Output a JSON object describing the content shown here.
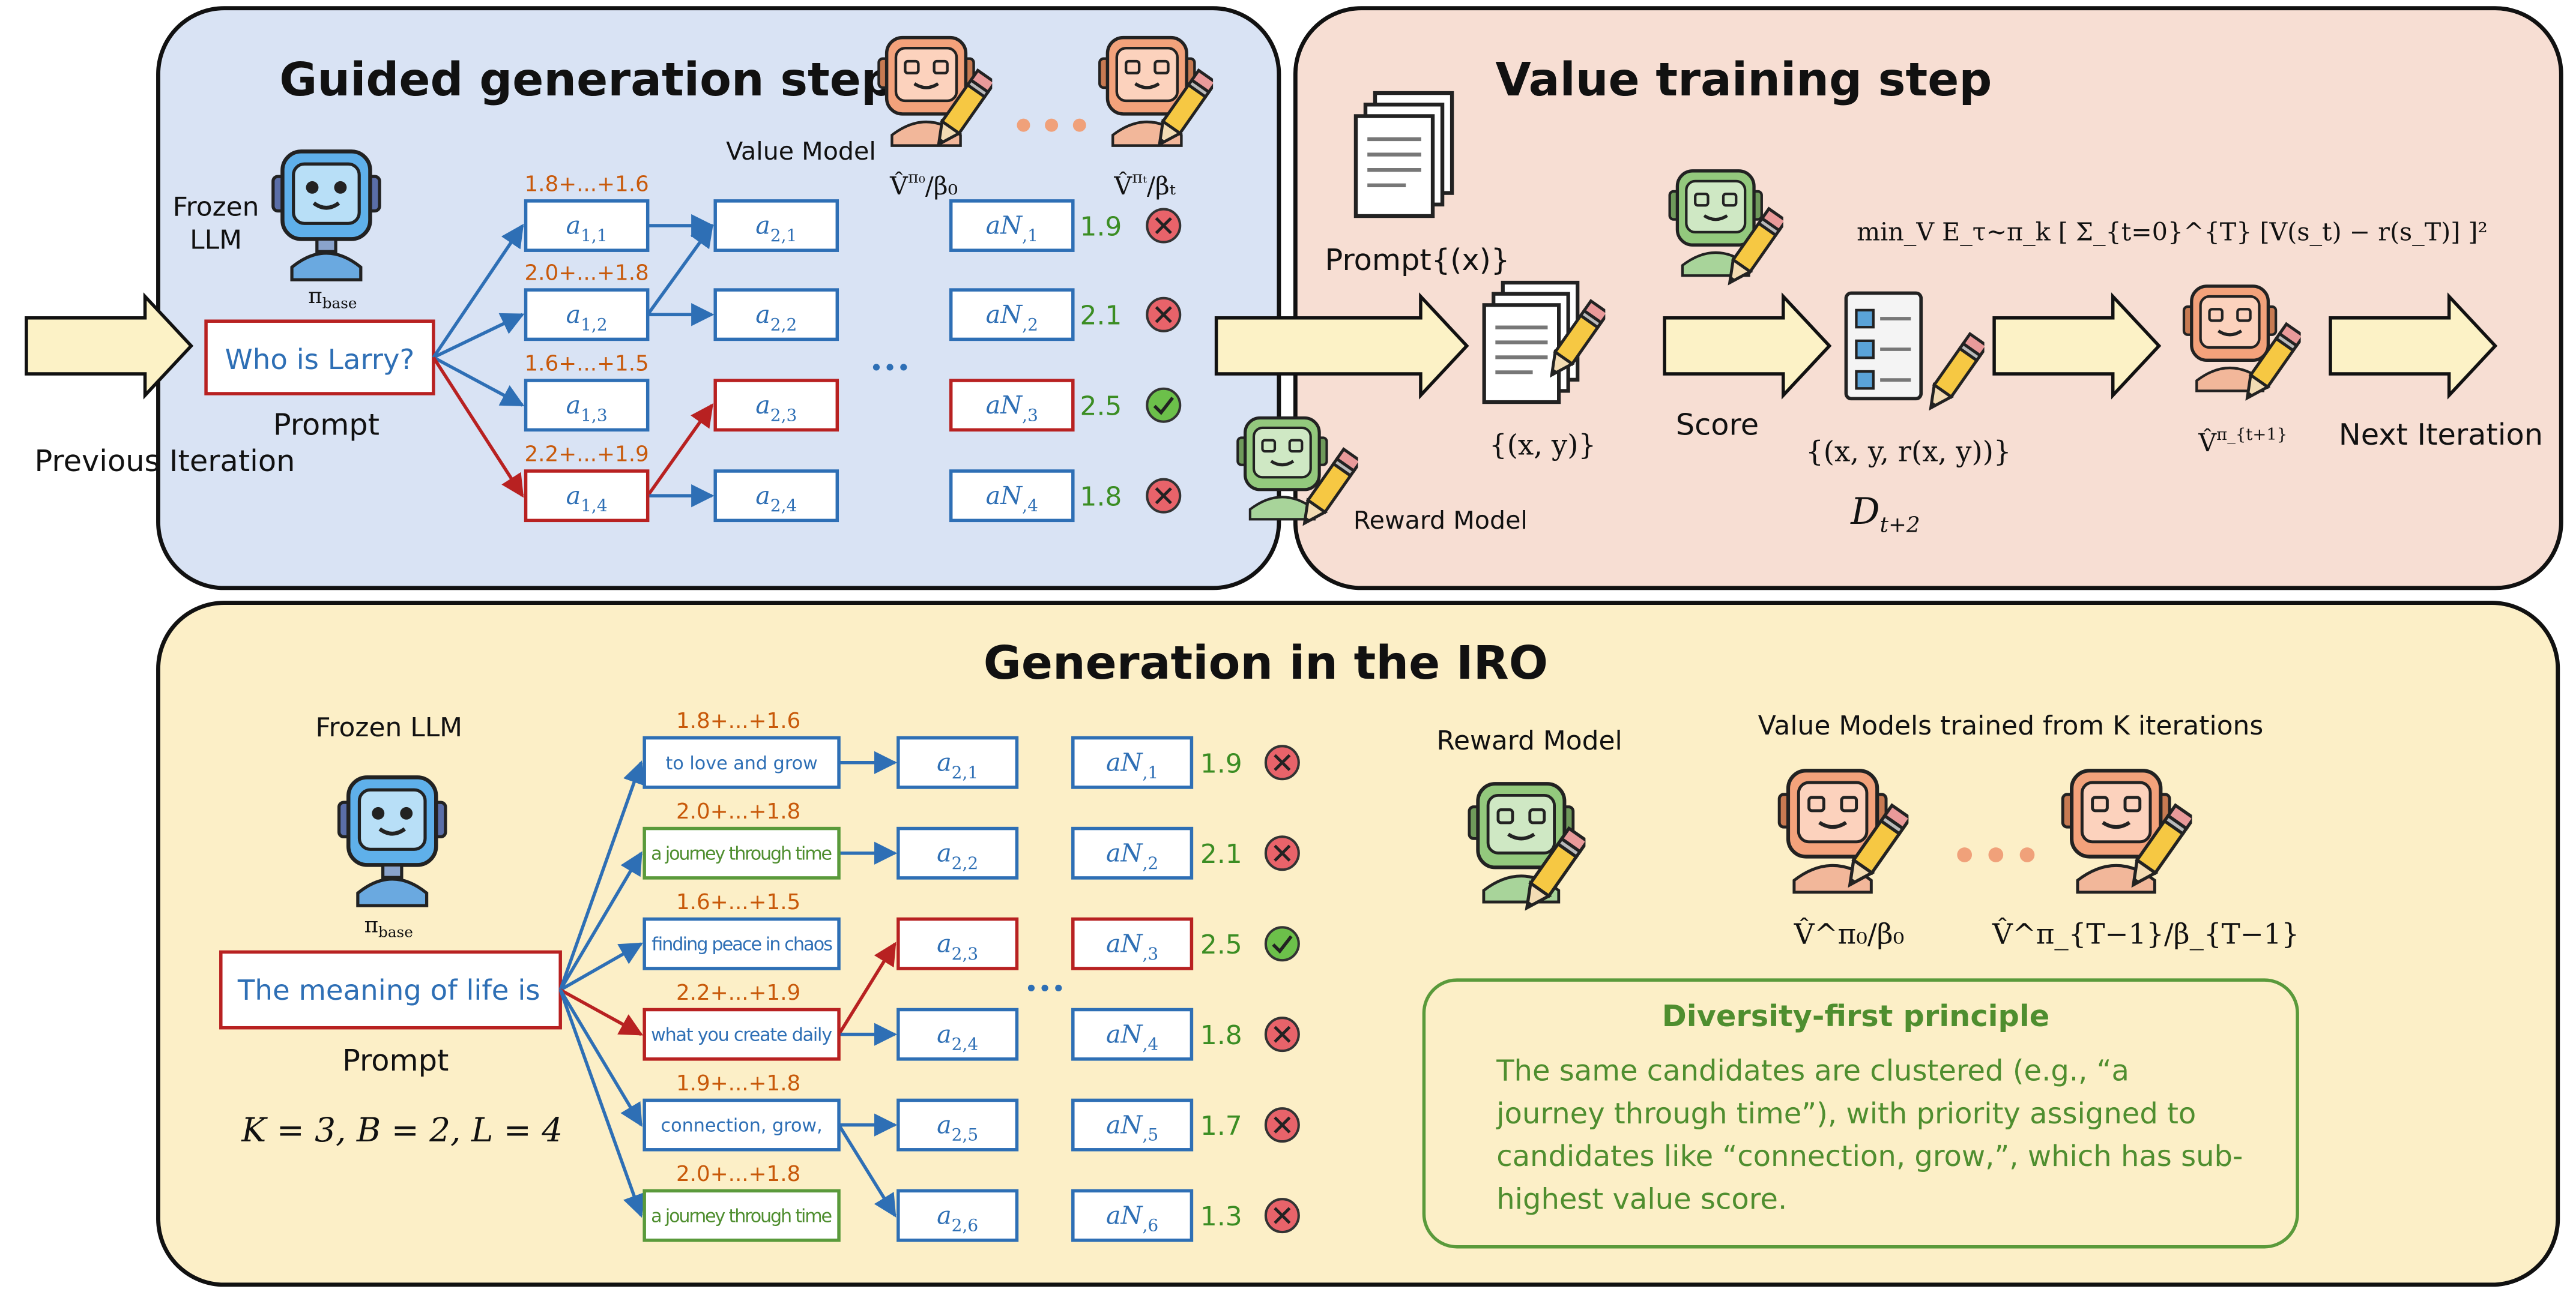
{
  "colors": {
    "panel_blue": "#d9e3f4",
    "panel_peach": "#f7ded3",
    "panel_yellow": "#fcefc7",
    "arrow_fill": "#fcf2c6",
    "blue_edge": "#2e6fb5",
    "red_edge": "#b82121",
    "score_green": "#3b8d23",
    "prob_orange": "#c8590a",
    "principle_border": "#5a9a3b",
    "principle_text": "#4f8e2f"
  },
  "icons": [
    "robot-icon",
    "pencil-icon",
    "document-stack-icon",
    "checklist-icon",
    "cross-icon",
    "check-icon",
    "ellipsis-icon"
  ],
  "top_left": {
    "title": "Guided generation step",
    "frozen_llm": [
      "Frozen",
      "LLM"
    ],
    "pi_base": "π",
    "pi_base_sub": "base",
    "value_model_label": "Value Model",
    "v0_label": "V̂",
    "v0_sup": "π₀",
    "v0_beta": "/β₀",
    "vt_label": "V̂",
    "vt_sup": "πₜ",
    "vt_beta": "/βₜ",
    "prompt_text": "Who is Larry?",
    "prompt_label": "Prompt",
    "previous_iteration": "Previous Iteration",
    "probs": [
      "1.8+...+1.6",
      "2.0+...+1.8",
      "1.6+...+1.5",
      "2.2+...+1.9"
    ],
    "col1": [
      "a1,1",
      "a1,2",
      "a1,3",
      "a1,4"
    ],
    "col2": [
      "a2,1",
      "a2,2",
      "a2,3",
      "a2,4"
    ],
    "colN": [
      "aN,1",
      "aN,2",
      "aN,3",
      "aN,4"
    ],
    "scores": [
      "1.9",
      "2.1",
      "2.5",
      "1.8"
    ],
    "ellipsis": "•••"
  },
  "top_right": {
    "title": "Value training step",
    "prompt_set": "Prompt{(x)}",
    "xy_set": "{(x, y)}",
    "score_label": "Score",
    "data_set": "{(x, y, r(x, y))}",
    "dataset_name": "D",
    "dataset_sub": "t+2",
    "objective": "min_V  E_τ~π_k [ Σ_{t=0}^{T} [V(s_t) − r(s_T)] ]²",
    "v_next": "V̂",
    "v_next_sup": "π_{t+1}",
    "next_iteration": "Next Iteration",
    "reward_model": "Reward Model"
  },
  "bottom": {
    "title": "Generation in the IRO",
    "frozen_llm": "Frozen LLM",
    "pi_base": "π",
    "pi_base_sub": "base",
    "prompt_text": "The meaning of life is",
    "prompt_label": "Prompt",
    "params": "K = 3, B = 2, L = 4",
    "probs": [
      "1.8+...+1.6",
      "2.0+...+1.8",
      "1.6+...+1.5",
      "2.2+...+1.9",
      "1.9+...+1.8",
      "2.0+...+1.8"
    ],
    "candidates": [
      "to love and grow",
      "a journey through time",
      "finding peace in chaos",
      "what you create daily",
      "connection, grow,",
      "a journey through time"
    ],
    "col2": [
      "a2,1",
      "a2,2",
      "a2,3",
      "a2,4",
      "a2,5",
      "a2,6"
    ],
    "colN": [
      "aN,1",
      "aN,2",
      "aN,3",
      "aN,4",
      "aN,5",
      "aN,6"
    ],
    "scores": [
      "1.9",
      "2.1",
      "2.5",
      "1.8",
      "1.7",
      "1.3"
    ],
    "ellipsis": "•••",
    "reward_model": "Reward Model",
    "value_models_title": "Value Models trained from K iterations",
    "v0_label": "V̂^π₀/β₀",
    "vT_label": "V̂^π_{T−1}/β_{T−1}",
    "principle_title": "Diversity-first principle",
    "principle_lines": [
      "The same candidates are clustered (e.g., “a",
      "journey through time”), with priority assigned to",
      "candidates like “connection, grow,”, which has sub-",
      "highest value score."
    ]
  }
}
